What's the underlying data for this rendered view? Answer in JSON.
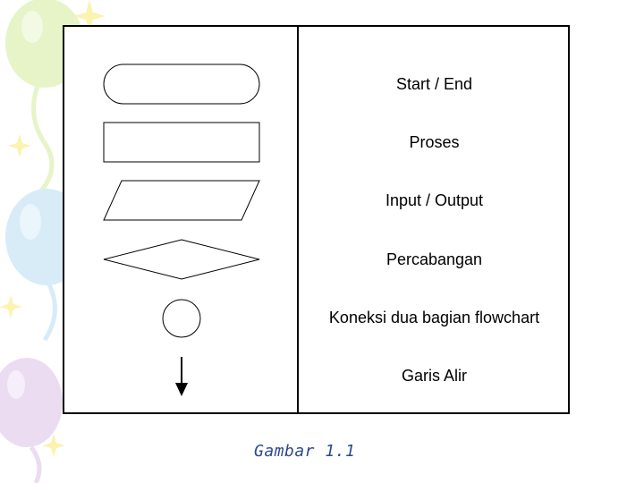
{
  "legend": {
    "rows": [
      {
        "symbol": "terminator-shape",
        "label": "Start / End"
      },
      {
        "symbol": "process-rectangle",
        "label": "Proses"
      },
      {
        "symbol": "io-parallelogram",
        "label": "Input / Output"
      },
      {
        "symbol": "decision-diamond",
        "label": "Percabangan"
      },
      {
        "symbol": "connector-circle",
        "label": "Koneksi dua bagian flowchart"
      },
      {
        "symbol": "flow-arrow-icon",
        "label": "Garis Alir"
      }
    ]
  },
  "caption": "Gambar 1.1",
  "colors": {
    "caption": "#2c4a8c",
    "stroke": "#000000",
    "balloon_green": "#e6f4c8",
    "balloon_blue": "#d8ecf8",
    "balloon_purple": "#ecdcf2",
    "sparkle_yellow": "#fbf3b0"
  }
}
